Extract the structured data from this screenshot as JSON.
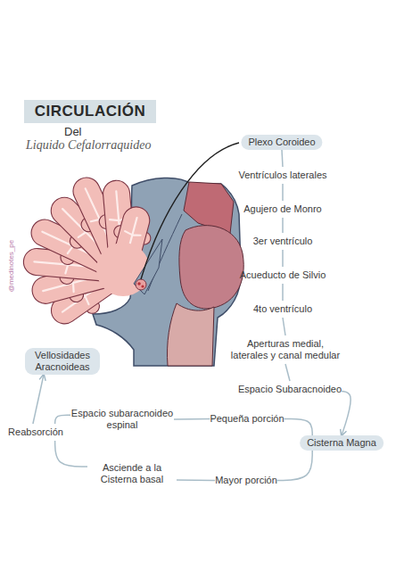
{
  "diagram": {
    "title": "CIRCULACIÓN",
    "nodes": [
      {
        "text": [
          "Plexo Coroideo"
        ]
      },
      {
        "text": [
          "Ventrículos laterales"
        ]
      },
      {
        "text": [
          "Agujero de Monro"
        ]
      },
      {
        "text": [
          "3er ventrículo"
        ]
      },
      {
        "text": [
          "Acueducto de Silvio"
        ]
      },
      {
        "text": [
          "4to ventrículo"
        ]
      },
      {
        "text": [
          "Aperturas medial, laterales y canal medular"
        ]
      },
      {
        "text": [
          "Espacio Subaracnoideo"
        ]
      },
      {
        "text": [
          "Vellosidades Aracnoideas"
        ]
      },
      {
        "text": [
          "Espacio subaracnoideo espinal"
        ]
      },
      {
        "text": [
          "Pequeña porción"
        ]
      },
      {
        "text": [
          "Reabsorción"
        ]
      },
      {
        "text": [
          "Cisterna Magna"
        ]
      },
      {
        "text": [
          "Asciende a la Cisterna basal"
        ]
      },
      {
        "text": [
          "Mayor porción"
        ]
      }
    ],
    "edges": [
      {
        "from": 0,
        "to": 1,
        "arrow": "none"
      },
      {
        "from": 1,
        "to": 2,
        "arrow": "none"
      },
      {
        "from": 2,
        "to": 3,
        "arrow": "none"
      },
      {
        "from": 3,
        "to": 4,
        "arrow": "none"
      },
      {
        "from": 4,
        "to": 5,
        "arrow": "none"
      },
      {
        "from": 5,
        "to": 6,
        "arrow": "none"
      },
      {
        "from": 6,
        "to": 7,
        "arrow": "none"
      },
      {
        "from": 7,
        "to": 12,
        "arrow": "to"
      },
      {
        "from": 12,
        "to": 10,
        "arrow": "none"
      },
      {
        "from": 10,
        "to": 9,
        "arrow": "none"
      },
      {
        "from": 9,
        "to": 11,
        "arrow": "none"
      },
      {
        "from": 12,
        "to": 14,
        "arrow": "none"
      },
      {
        "from": 14,
        "to": 13,
        "arrow": "none"
      },
      {
        "from": 13,
        "to": 11,
        "arrow": "none"
      },
      {
        "from": 11,
        "to": 8,
        "arrow": "to"
      }
    ],
    "labels": [
      "Del",
      "Liquido Cefalorraquideo",
      "@medinotes_pe"
    ]
  }
}
